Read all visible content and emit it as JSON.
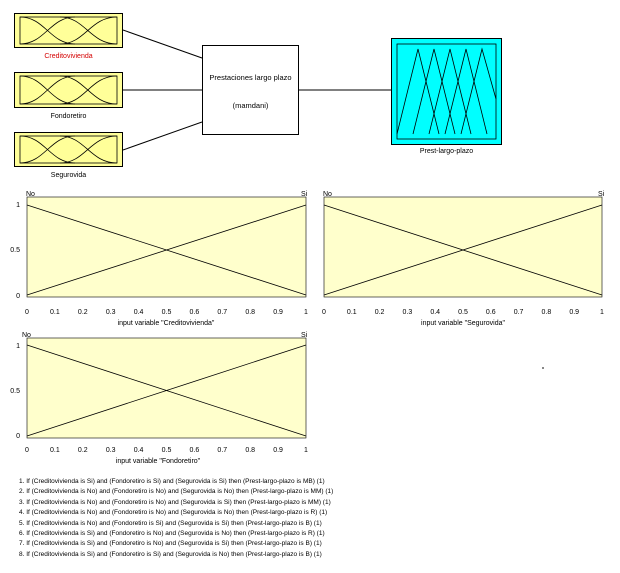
{
  "diagram": {
    "inputs": [
      {
        "name": "Creditovivienda",
        "color": "#d40000"
      },
      {
        "name": "Fondoretiro",
        "color": "#000000"
      },
      {
        "name": "Segurovida",
        "color": "#000000"
      }
    ],
    "system": {
      "title": "Prestaciones largo plazo",
      "type": "(mamdani)"
    },
    "output": {
      "name": "Prest-largo-plazo"
    }
  },
  "plots": [
    {
      "caption": "input variable \"Creditovivienda\"",
      "mf_left": "No",
      "mf_right": "Si"
    },
    {
      "caption": "input variable \"Segurovida\"",
      "mf_left": "No",
      "mf_right": "Si"
    },
    {
      "caption": "input variable \"Fondoretiro\"",
      "mf_left": "No",
      "mf_right": "Si"
    }
  ],
  "axis": {
    "x_ticks": [
      "0",
      "0.1",
      "0.2",
      "0.3",
      "0.4",
      "0.5",
      "0.6",
      "0.7",
      "0.8",
      "0.9",
      "1"
    ],
    "y_ticks": [
      "0",
      "0.5",
      "1"
    ]
  },
  "rules": [
    "1. If (Creditovivienda is Si) and (Fondoretiro is Si) and (Segurovida is Si) then (Prest-largo-plazo is MB) (1)",
    "2. If (Creditovivienda is No) and (Fondoretiro is No) and (Segurovida is No) then (Prest-largo-plazo is MM) (1)",
    "3. If (Creditovivienda is No) and (Fondoretiro is No) and (Segurovida is Si) then (Prest-largo-plazo is MM) (1)",
    "4. If (Creditovivienda is No) and (Fondoretiro is No) and (Segurovida is No) then (Prest-largo-plazo is R) (1)",
    "5. If (Creditovivienda is No) and (Fondoretiro is Si) and (Segurovida is Si) then (Prest-largo-plazo is B) (1)",
    "6. If (Creditovivienda is Si) and (Fondoretiro is No) and (Segurovida is No) then (Prest-largo-plazo is R) (1)",
    "7. If (Creditovivienda is Si) and (Fondoretiro is No) and (Segurovida is Si) then (Prest-largo-plazo is B) (1)",
    "8. If (Creditovivienda is Si) and (Fondoretiro is Si) and (Segurovida is No) then (Prest-largo-plazo is B) (1)"
  ],
  "colors": {
    "input_fill": "#ffff99",
    "output_fill": "#00ffff",
    "plot_bg": "#ffffcc"
  }
}
